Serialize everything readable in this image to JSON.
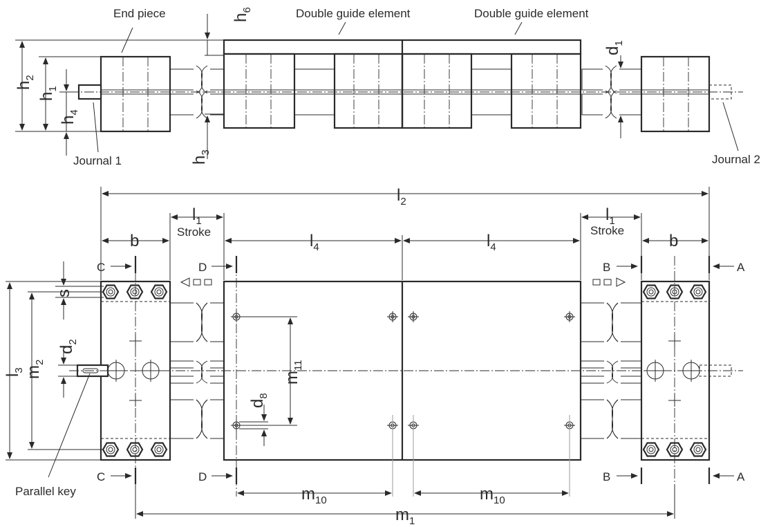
{
  "labels": {
    "end_piece": "End piece",
    "double_guide_1": "Double guide element",
    "double_guide_2": "Double guide element",
    "journal_1": "Journal 1",
    "journal_2": "Journal 2",
    "stroke_left": "Stroke",
    "stroke_right": "Stroke",
    "parallel_key": "Parallel key"
  },
  "dims": {
    "h": "h",
    "h2_sub": "2",
    "h1_sub": "1",
    "h4_sub": "4",
    "h3_sub": "3",
    "h6_sub": "6",
    "d": "d",
    "d1_sub": "1",
    "d2_sub": "2",
    "d8_sub": "8",
    "l": "l",
    "l2_sub": "2",
    "l1_sub": "1",
    "l4_sub": "4",
    "l3_sub": "3",
    "b": "b",
    "s": "s",
    "m": "m",
    "m2_sub": "2",
    "m11_sub": "11",
    "m10_sub": "10",
    "m1_sub": "1"
  },
  "section_marks": {
    "a": "A",
    "b": "B",
    "c": "C",
    "d": "D"
  }
}
